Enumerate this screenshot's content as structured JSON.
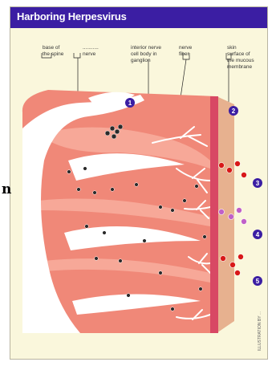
{
  "header": {
    "title": "Harboring Herpesvirus"
  },
  "labels": {
    "l1": "base of\nthe spine",
    "l2": "...........\nnerve",
    "l3": "interior nerve\ncell body in\nganglion",
    "l4": "nerve\nfiber",
    "l5": "skin\nsurface of\nthe mucous\nmembrane"
  },
  "markers": {
    "m1": "1",
    "m2": "2",
    "m3": "3",
    "m4": "4",
    "m5": "5"
  },
  "credit": "ILLUSTRATION BY ...",
  "stray_text": "n",
  "colors": {
    "title_bar": "#3b1ea3",
    "tissue": "#f08878",
    "tissue_light": "#fce0d6",
    "skin": "#dca07e",
    "marker": "#3b1ea3",
    "virus_red": "#d81818",
    "virus_pink": "#c060c8"
  }
}
